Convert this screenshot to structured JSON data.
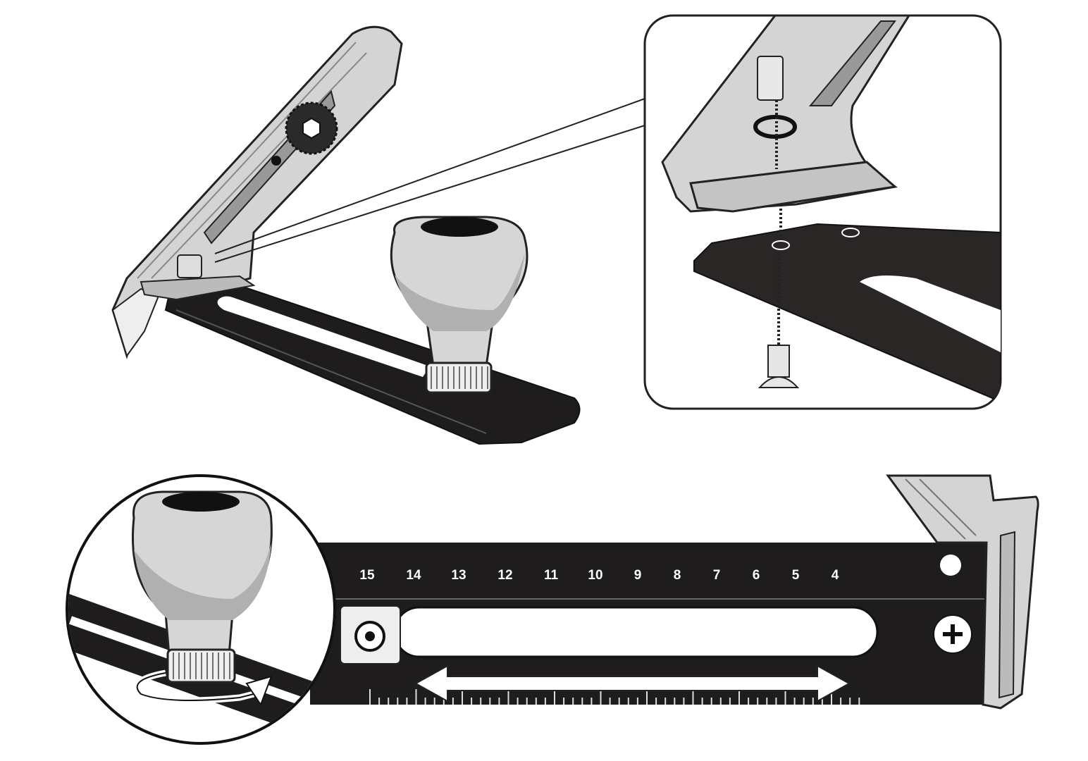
{
  "colors": {
    "rail": "#1e1c1c",
    "metal": "#d4d4d4",
    "outline": "#222222",
    "background": "#ffffff"
  },
  "ruler": {
    "scale_labels": [
      "15",
      "14",
      "13",
      "12",
      "11",
      "10",
      "9",
      "8",
      "7",
      "6",
      "5",
      "4"
    ]
  },
  "icons": [
    "knob-icon",
    "cutter-icon",
    "screw-icon",
    "double-arrow-icon",
    "rotate-arrow-icon"
  ]
}
